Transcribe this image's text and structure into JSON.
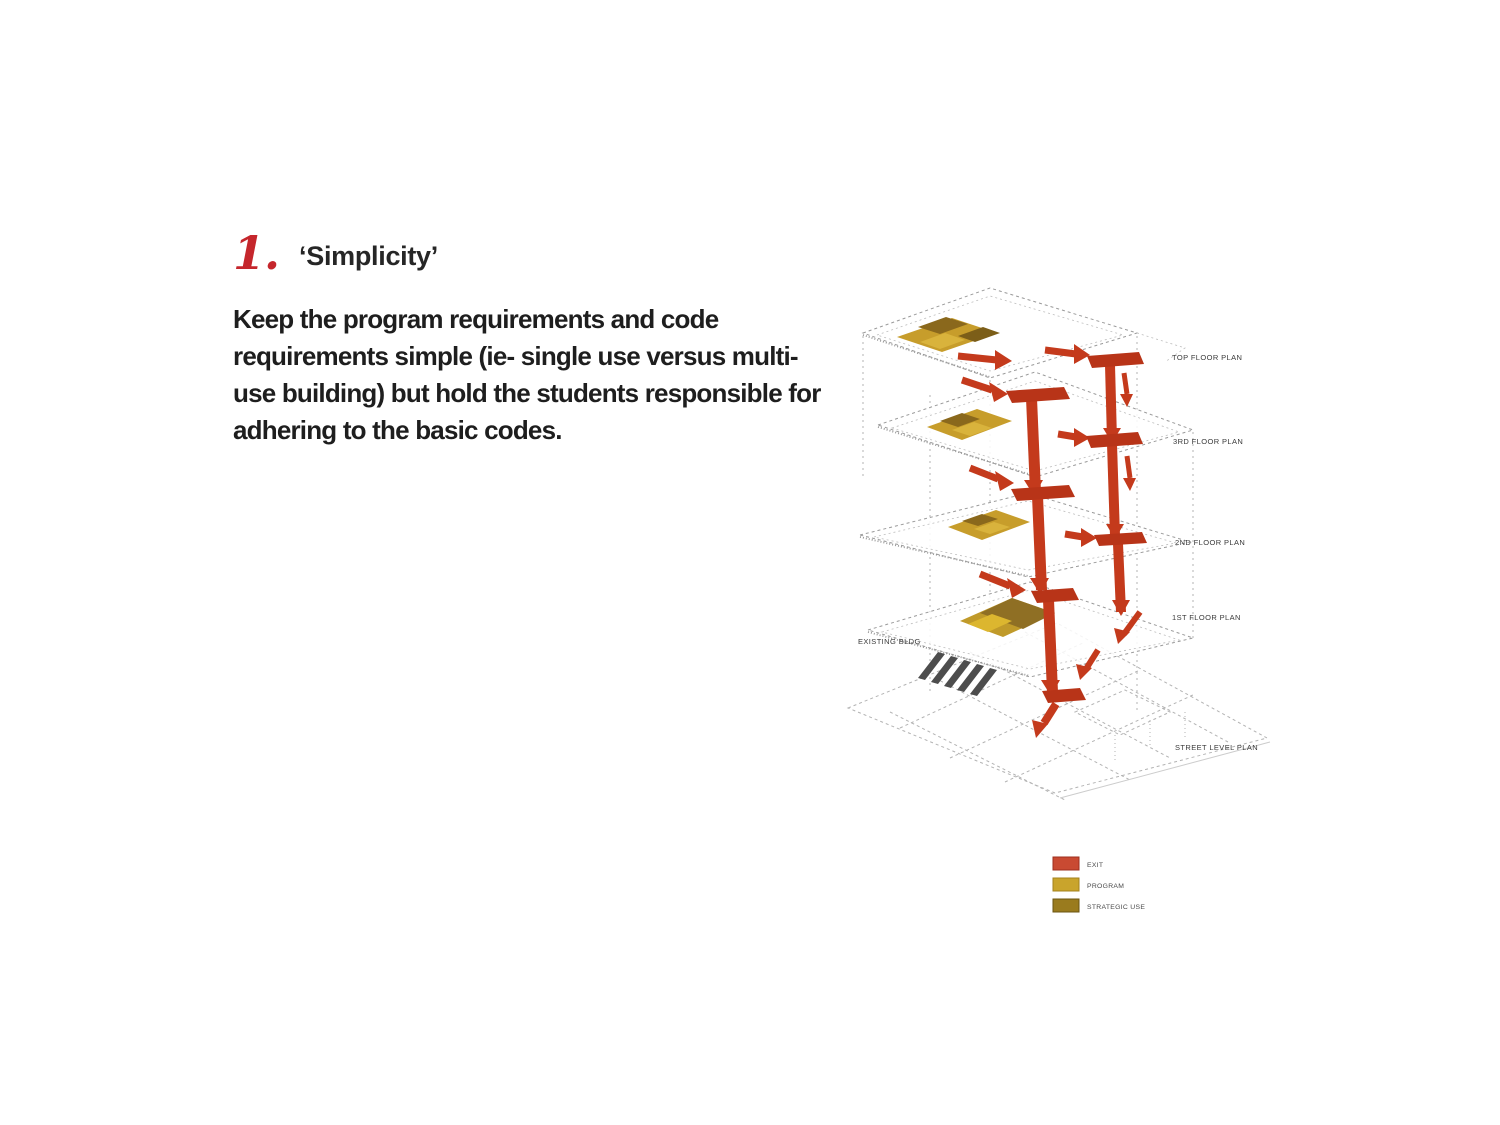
{
  "slide": {
    "heading": {
      "number": "1.",
      "title": "‘Simplicity’"
    },
    "body": {
      "lines": [
        "Keep the program requirements and code",
        "requirements simple (ie- single use versus multi-",
        "use building) but hold the students responsible for",
        "adhering to the basic codes."
      ]
    }
  },
  "diagram": {
    "floor_labels": [
      "TOP FLOOR PLAN",
      "3RD FLOOR PLAN",
      "2ND FLOOR PLAN",
      "1ST FLOOR PLAN",
      "STREET LEVEL PLAN"
    ],
    "left_label": "EXISTING BLDG",
    "legend": {
      "items": [
        {
          "label": "EXIT",
          "color": "#c94a32"
        },
        {
          "label": "PROGRAM",
          "color": "#c9a42c"
        },
        {
          "label": "STRATEGIC USE",
          "color": "#9a7b1e"
        }
      ]
    },
    "colors": {
      "circulation_red": "#c43a1c",
      "circulation_cap": "#b83418",
      "program_gold": "#c79d2b",
      "program_dark": "#8a681c",
      "program_bright": "#d9b33c",
      "heading_red": "#c5262c"
    }
  }
}
